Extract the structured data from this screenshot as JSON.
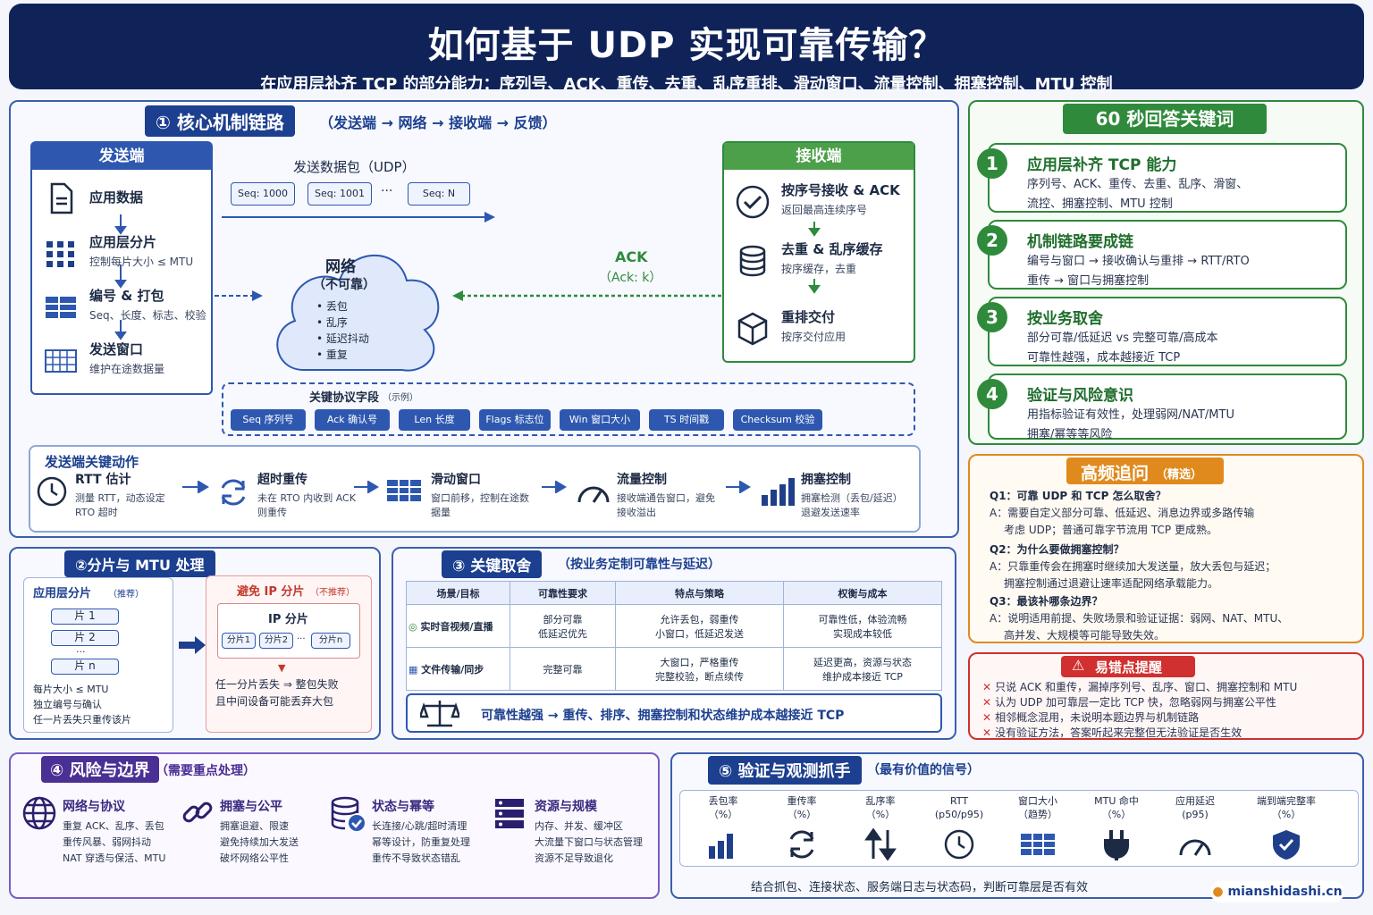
{
  "title": "如何基于 UDP 实现可靠传输？",
  "subtitle": "在应用层补齐 TCP 的部分能力：序列号、ACK、重传、去重、乱序重排、滑动窗口、流量控制、拥塞控制、MTU 控制",
  "s1": {
    "title": "① 核心机制链路",
    "sub": "（发送端 → 网络 → 接收端 → 反馈）",
    "sender": {
      "head": "发送端",
      "rows": [
        {
          "t": "应用数据",
          "d": ""
        },
        {
          "t": "应用层分片",
          "d": "控制每片大小 ≤ MTU"
        },
        {
          "t": "编号 & 打包",
          "d": "Seq、长度、标志、校验"
        },
        {
          "t": "发送窗口",
          "d": "维护在途数据量"
        }
      ]
    },
    "pkt_label": "发送数据包（UDP）",
    "seqs": [
      "Seq: 1000",
      "Seq: 1001",
      "···",
      "Seq: N"
    ],
    "cloud": {
      "t1": "网络",
      "t2": "（不可靠）",
      "items": [
        "• 丢包",
        "• 乱序",
        "• 延迟抖动",
        "• 重复"
      ]
    },
    "ack": {
      "t": "ACK",
      "d": "（Ack: k）"
    },
    "receiver": {
      "head": "接收端",
      "rows": [
        {
          "t": "按序号接收 & ACK",
          "d": "返回最高连续序号"
        },
        {
          "t": "去重 & 乱序缓存",
          "d": "按序缓存，去重"
        },
        {
          "t": "重排交付",
          "d": "按序交付应用"
        }
      ]
    },
    "fields_title": "关键协议字段",
    "fields_note": "（示例）",
    "fields": [
      "Seq 序列号",
      "Ack 确认号",
      "Len 长度",
      "Flags 标志位",
      "Win 窗口大小",
      "TS 时间戳",
      "Checksum 校验"
    ],
    "actions_title": "发送端关键动作",
    "actions": [
      {
        "t": "RTT 估计",
        "d": "测量 RTT，动态设定 RTO 超时"
      },
      {
        "t": "超时重传",
        "d": "未在 RTO 内收到 ACK 则重传"
      },
      {
        "t": "滑动窗口",
        "d": "窗口前移，控制在途数据量"
      },
      {
        "t": "流量控制",
        "d": "接收端通告窗口，避免接收溢出"
      },
      {
        "t": "拥塞控制",
        "d": "拥塞检测（丢包/延迟）退避发送速率"
      }
    ]
  },
  "k60": {
    "title": "60 秒回答关键词",
    "items": [
      {
        "n": "1",
        "t": "应用层补齐 TCP 能力",
        "d1": "序列号、ACK、重传、去重、乱序、滑窗、",
        "d2": "流控、拥塞控制、MTU 控制"
      },
      {
        "n": "2",
        "t": "机制链路要成链",
        "d1": "编号与窗口 → 接收确认与重排 → RTT/RTO",
        "d2": "重传 → 窗口与拥塞控制"
      },
      {
        "n": "3",
        "t": "按业务取舍",
        "d1": "部分可靠/低延迟 vs 完整可靠/高成本",
        "d2": "可靠性越强，成本越接近 TCP"
      },
      {
        "n": "4",
        "t": "验证与风险意识",
        "d1": "用指标验证有效性，处理弱网/NAT/MTU",
        "d2": "拥塞/幂等等风险"
      }
    ]
  },
  "faq": {
    "title": "高频追问",
    "note": "（精选）",
    "items": [
      {
        "q": "Q1：可靠 UDP 和 TCP 怎么取舍？",
        "a1": "A：需要自定义部分可靠、低延迟、消息边界或多路传输",
        "a2": "考虑 UDP；普通可靠字节流用 TCP 更成熟。"
      },
      {
        "q": "Q2：为什么要做拥塞控制？",
        "a1": "A：只靠重传会在拥塞时继续加大发送量，放大丢包与延迟；",
        "a2": "拥塞控制通过退避让速率适配网络承载能力。"
      },
      {
        "q": "Q3：最该补哪条边界？",
        "a1": "A：说明适用前提、失败场景和验证证据：弱网、NAT、MTU、",
        "a2": "高并发、大规模等可能导致失效。"
      }
    ]
  },
  "mist": {
    "title": "易错点提醒",
    "items": [
      "只说 ACK 和重传，漏掉序列号、乱序、窗口、拥塞控制和 MTU",
      "认为 UDP 加可靠层一定比 TCP 快，忽略弱网与拥塞公平性",
      "相邻概念混用，未说明本题边界与机制链路",
      "没有验证方法，答案听起来完整但无法验证是否生效"
    ]
  },
  "s2": {
    "title": "②分片与 MTU 处理",
    "left_title": "应用层分片",
    "left_note": "（推荐）",
    "frags": [
      "片 1",
      "片 2",
      "···",
      "片 n"
    ],
    "left_notes": [
      "每片大小 ≤ MTU",
      "独立编号与确认",
      "任一片丢失只重传该片"
    ],
    "right_title": "避免 IP 分片",
    "right_note": "（不推荐）",
    "ip_title": "IP 分片",
    "ip_frags": [
      "分片1",
      "分片2",
      "···",
      "分片n"
    ],
    "right_notes": [
      "任一分片丢失 ⇒ 整包失败",
      "且中间设备可能丢弃大包"
    ]
  },
  "s3": {
    "title": "③ 关键取舍",
    "sub": "（按业务定制可靠性与延迟）",
    "headers": [
      "场景/目标",
      "可靠性要求",
      "特点与策略",
      "权衡与成本"
    ],
    "rows": [
      {
        "c1": "实时音视频/直播",
        "c2a": "部分可靠",
        "c2b": "低延迟优先",
        "c3a": "允许丢包，弱重传",
        "c3b": "小窗口，低延迟发送",
        "c4a": "可靠性低，体验流畅",
        "c4b": "实现成本较低"
      },
      {
        "c1": "文件传输/同步",
        "c2a": "完整可靠",
        "c2b": "",
        "c3a": "大窗口，严格重传",
        "c3b": "完整校验，断点续传",
        "c4a": "延迟更高，资源与状态",
        "c4b": "维护成本接近 TCP"
      }
    ],
    "bottom": "可靠性越强 → 重传、排序、拥塞控制和状态维护成本越接近 TCP"
  },
  "s4": {
    "title": "④ 风险与边界",
    "sub": "（需要重点处理）",
    "items": [
      {
        "t": "网络与协议",
        "d1": "重复 ACK、乱序、丢包",
        "d2": "重传风暴、弱网抖动",
        "d3": "NAT 穿透与保活、MTU"
      },
      {
        "t": "拥塞与公平",
        "d1": "拥塞退避、限速",
        "d2": "避免持续加大发送",
        "d3": "破坏网络公平性"
      },
      {
        "t": "状态与幂等",
        "d1": "长连接/心跳/超时清理",
        "d2": "幂等设计，防重复处理",
        "d3": "重传不导致状态错乱"
      },
      {
        "t": "资源与规模",
        "d1": "内存、并发、缓冲区",
        "d2": "大流量下窗口与状态管理",
        "d3": "资源不足导致退化"
      }
    ]
  },
  "s5": {
    "title": "⑤ 验证与观测抓手",
    "sub": "（最有价值的信号）",
    "metrics": [
      {
        "a": "丢包率",
        "b": "（%）"
      },
      {
        "a": "重传率",
        "b": "（%）"
      },
      {
        "a": "乱序率",
        "b": "（%）"
      },
      {
        "a": "RTT",
        "b": "(p50/p95)"
      },
      {
        "a": "窗口大小",
        "b": "（趋势）"
      },
      {
        "a": "MTU 命中",
        "b": "（%）"
      },
      {
        "a": "应用延迟",
        "b": "(p95)"
      },
      {
        "a": "端到端完整率",
        "b": "（%）"
      }
    ],
    "bottom": "结合抓包、连接状态、服务端日志与状态码，判断可靠层是否有效"
  },
  "brand": "mianshidashi.cn",
  "colors": {
    "navy": "#0f2359",
    "blue": "#2e58b0",
    "green": "#2f8a3c",
    "orange": "#e08a1e",
    "red": "#d0302f",
    "purple": "#4a2f94"
  }
}
